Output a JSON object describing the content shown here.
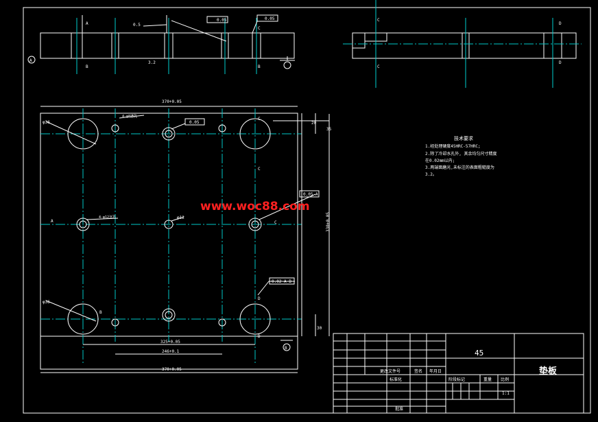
{
  "watermark": "www.woc88.com",
  "tech_req": {
    "title": "技术要求",
    "lines": [
      "1.经处理硬度45HRC-57HRC;",
      "2.除了冷却水孔外, 其余均匀尺寸精度",
      "在0.02mm以内;",
      "3.两端面磨光,未标注的表面粗糙度为",
      "3.2。"
    ]
  },
  "title_block": {
    "material": "45",
    "part_name": "垫板",
    "cell_labels": {
      "change_doc": "更改文件号",
      "signature": "签名",
      "date": "年月日",
      "standardization": "标准化",
      "stage_mark": "阶段标记",
      "weight": "重量",
      "scale": "比例",
      "approval": "批准",
      "scale_value": "1:1"
    }
  },
  "dims": {
    "top_width": "370+0.05",
    "top_offset": "20",
    "right_offset": "35",
    "height": "330+0.05",
    "bottom_offset": "30",
    "width_325": "325+0.05",
    "width_246": "246+0.1",
    "width_370b": "370+0.05",
    "angle_label": "0.5"
  },
  "callouts": {
    "top_flat": "0.05",
    "top_flat2": "0.05",
    "hole_note_top": "4-φ8通孔",
    "hole_note_mid": "4-φ12沉孔",
    "gd_t1": "0.05",
    "gd_t2": "0.05 A",
    "gd_t3": "0.02 A B",
    "dia_tl": "φ36",
    "dia_bl": "φ36",
    "dia_mid": "φ12",
    "roughness": "3.2",
    "mark_left": "A",
    "mark_b1": "B",
    "mark_b2": "B",
    "mark_c": "C",
    "mark_c2": "C",
    "mark_d": "D",
    "mark_d2": "D",
    "mark_c3": "C",
    "mark_c4": "C",
    "mark_d3": "D",
    "mark_d4": "D",
    "mark_c5": "C",
    "mark_c6": "C",
    "datum_b": "B",
    "datum_a": "A",
    "mark_a2": "A",
    "mark_b3": "B"
  }
}
